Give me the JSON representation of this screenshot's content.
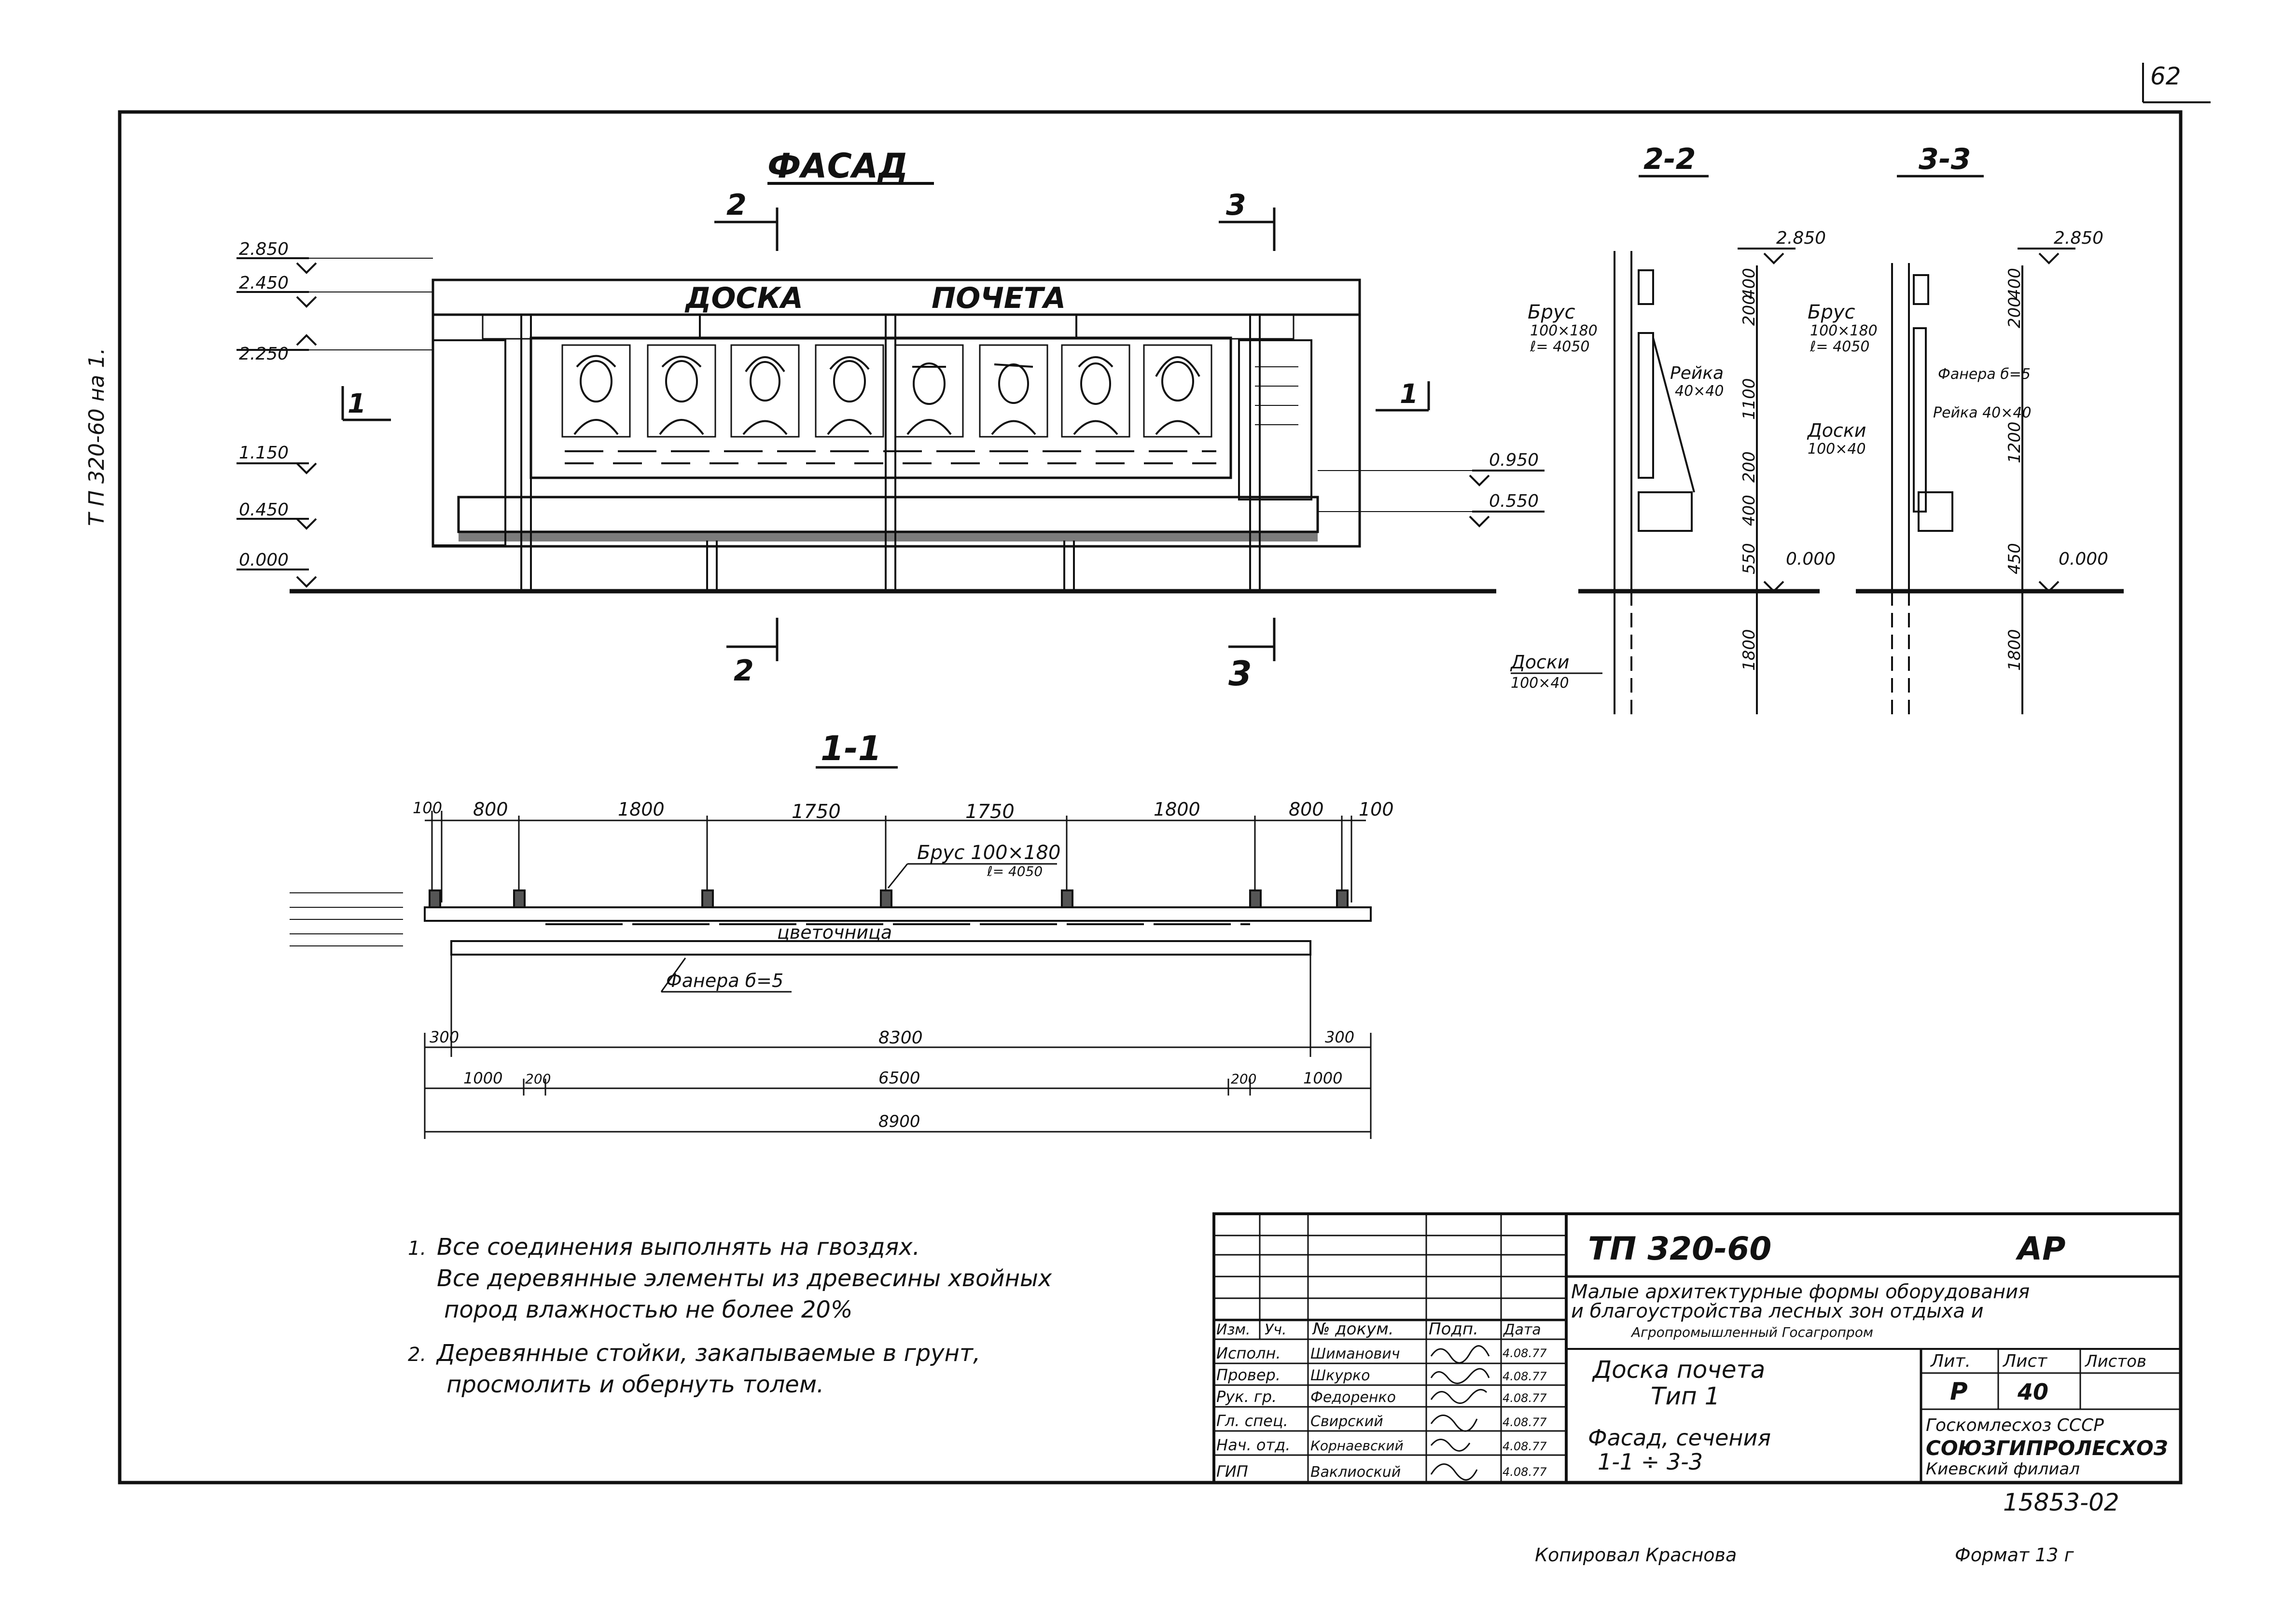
{
  "sheet_number": "62",
  "side_stamp": "Т П 320-60  на 1.",
  "facade": {
    "title": "ФАСАД",
    "sign_word1": "ДОСКА",
    "sign_word2": "ПОЧЕТА",
    "cut_2_top": "2",
    "cut_3_top": "3",
    "cut_2_bottom": "2",
    "cut_3_bottom": "3",
    "cut_1_left": "1",
    "cut_1_right": "1",
    "levels_left": [
      "2.850",
      "2.450",
      "2.250",
      "1.150",
      "0.450",
      "0.000"
    ],
    "levels_right": [
      "0.950",
      "0.550"
    ]
  },
  "section_2_2": {
    "title": "2-2",
    "top_level": "2.850",
    "ground_level": "0.000",
    "label_beam": "Брус",
    "label_beam_size": "100×180",
    "label_beam_len": "ℓ= 4050",
    "label_rail": "Рейка",
    "label_rail_size": "40×40",
    "label_boards": "Доски",
    "label_boards_size": "100×40",
    "dims": [
      "400",
      "200",
      "1100",
      "200",
      "400",
      "550",
      "1800"
    ]
  },
  "section_3_3": {
    "title": "3-3",
    "top_level": "2.850",
    "ground_level": "0.000",
    "label_beam": "Брус",
    "label_beam_size": "100×180",
    "label_beam_len": "ℓ= 4050",
    "label_plywood": "Фанера б=5",
    "label_rail": "Рейка 40×40",
    "label_boards": "Доски",
    "label_boards_size": "100×40",
    "dims": [
      "400",
      "200",
      "1200",
      "450",
      "1800"
    ]
  },
  "plan_1_1": {
    "title": "1-1",
    "top_dims": [
      "100",
      "800",
      "1800",
      "1750",
      "1750",
      "1800",
      "800",
      "100"
    ],
    "beam_label": "Брус 100×180",
    "beam_len": "ℓ= 4050",
    "flowerbed": "цветочница",
    "plywood": "Фанера б=5",
    "dim_300_left": "300",
    "dim_8300": "8300",
    "dim_300_right": "300",
    "bottom_dims": [
      "1000",
      "200",
      "6500",
      "200",
      "1000"
    ],
    "total": "8900"
  },
  "notes": {
    "n1_num": "1.",
    "n1_l1": "Все соединения   выполнять на гвоздях.",
    "n1_l2": "Все деревянные   элементы из древесины хвойных",
    "n1_l3": "пород   влажностью   не более    20%",
    "n2_num": "2.",
    "n2_l1": "Деревянные стойки, закапываемые в грунт,",
    "n2_l2": "просмолить и обернуть    толем."
  },
  "title_block": {
    "project_code": "ТП 320-60",
    "stage_code": "АР",
    "description_l1": "Малые архитектурные формы оборудования",
    "description_l2": "и благоустройства лесных зон отдыха и",
    "description_l3": "Агропромышленный Госагропром",
    "object_l1": "Доска почета",
    "object_l2": "Тип 1",
    "sheet_l1": "Фасад, сечения",
    "sheet_l2": "1-1 ÷ 3-3",
    "col_headers": [
      "Изм.",
      "Уч.",
      "№ докум.",
      "Подп.",
      "Дата"
    ],
    "roles": [
      "Исполн.",
      "Провер.",
      "Рук. гр.",
      "Гл. спец.",
      "Нач. отд.",
      "ГИП"
    ],
    "names": [
      "Шиманович",
      "Шкурко",
      "Федоренко",
      "Свирский",
      "Корнаевский",
      "Ваклиоскuй"
    ],
    "dates": [
      "4.08.77",
      "4.08.77",
      "4.08.77",
      "4.08.77",
      "4.08.77",
      "4.08.77"
    ],
    "lit_header": "Лит.",
    "sheet_header": "Лист",
    "sheets_header": "Листов",
    "lit_value": "Р",
    "sheet_value": "40",
    "org_l1": "Госкомлесхоз СССР",
    "org_l2": "СОЮЗГИПРОЛЕСХОЗ",
    "org_l3": "Киевский филиал",
    "doc_number": "15853-02"
  },
  "footer": {
    "copied": "Копировал Краснова",
    "format": "Формат 13 г"
  }
}
